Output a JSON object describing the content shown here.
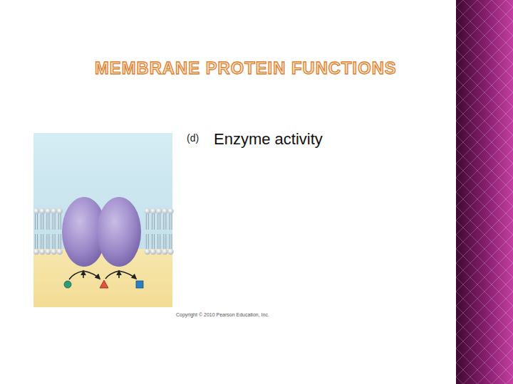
{
  "diagram": {
    "title": "MEMBRANE PROTEIN FUNCTIONS",
    "labels": [
      "(d)",
      "Enzyme activity",
      "Copyright © 2010 Pearson Education, Inc."
    ]
  }
}
